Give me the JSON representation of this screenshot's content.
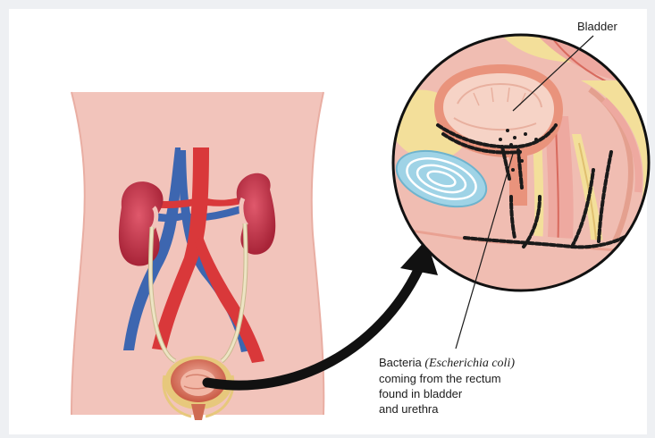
{
  "labels": {
    "bladder": "Bladder",
    "bacteria_prefix": "Bacteria ",
    "bacteria_species": "(Escherichia coli)",
    "bacteria_line2": "coming from the rectum",
    "bacteria_line3": "found in bladder",
    "bacteria_line4": "and urethra"
  },
  "colors": {
    "skin": "#f2c4bb",
    "artery": "#d9383a",
    "vein": "#3d66b0",
    "kidney": "#c8394d",
    "ureter": "#e9dfb9",
    "bladder_wall": "#cf6b52",
    "tissue_yellow": "#f3df9a",
    "tissue_pink": "#eea9a0",
    "rectum_blue": "#9fd3e6",
    "bacteria": "#1a1a1a"
  }
}
